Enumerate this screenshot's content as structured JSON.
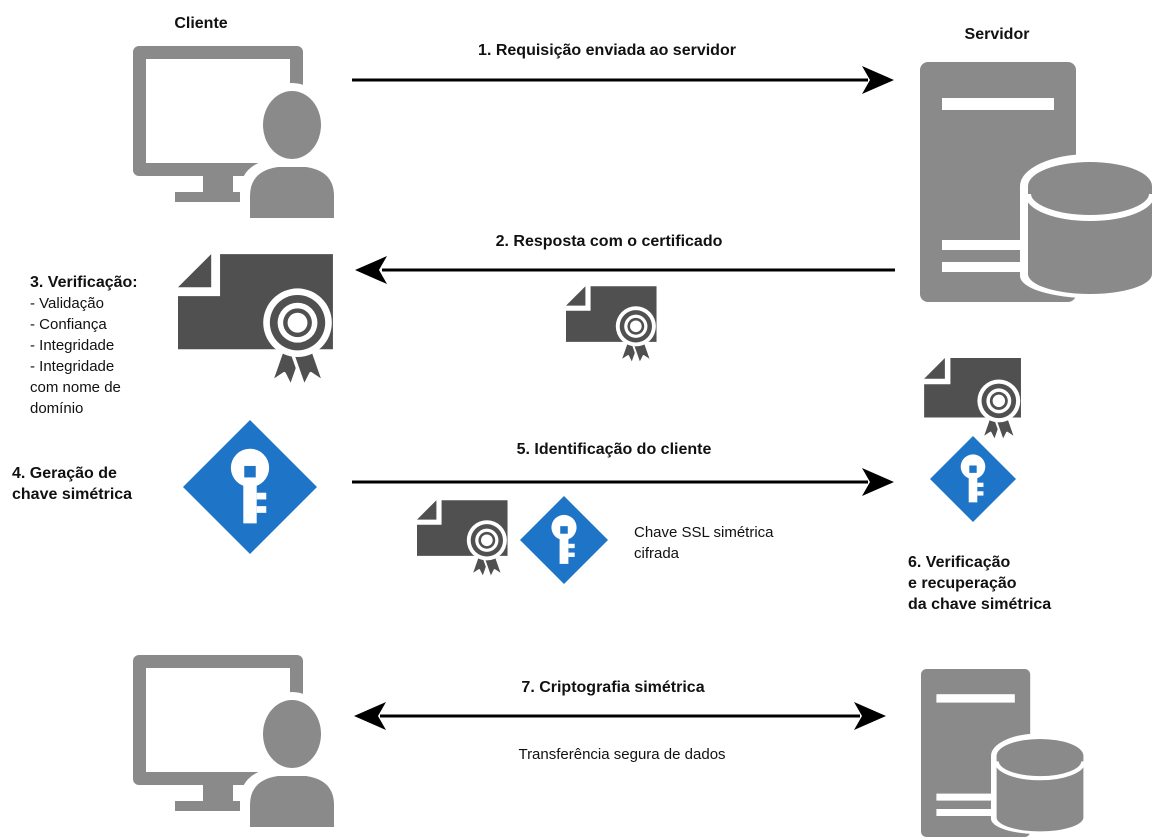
{
  "colors": {
    "icon_dark": "#505050",
    "icon_gray": "#8a8a8a",
    "key_blue": "#1e74c6",
    "arrow": "#000000"
  },
  "labels": {
    "client_title": "Cliente",
    "server_title": "Servidor",
    "step1": "1. Requisição enviada ao servidor",
    "step2": "2. Resposta com o certificado",
    "step3_title": "3. Verificação:",
    "step3_items": [
      "- Validação",
      "- Confiança",
      "- Integridade",
      "- Integridade",
      "com nome de",
      "domínio"
    ],
    "step4_line1": "4. Geração de",
    "step4_line2": "chave simétrica",
    "step5": "5. Identificação do cliente",
    "ssl_key_line1": "Chave SSL simétrica",
    "ssl_key_line2": "cifrada",
    "step6_line1": "6. Verificação",
    "step6_line2": "e recuperação",
    "step6_line3": "da chave simétrica",
    "step7": "7. Criptografia simétrica",
    "transfer": "Transferência segura de dados"
  },
  "icons": {
    "client_top": "computer-user-icon",
    "server_top": "server-database-icon",
    "certificate": "certificate-icon",
    "key": "key-diamond-icon",
    "client_bottom": "computer-user-icon",
    "server_bottom": "server-database-icon"
  }
}
